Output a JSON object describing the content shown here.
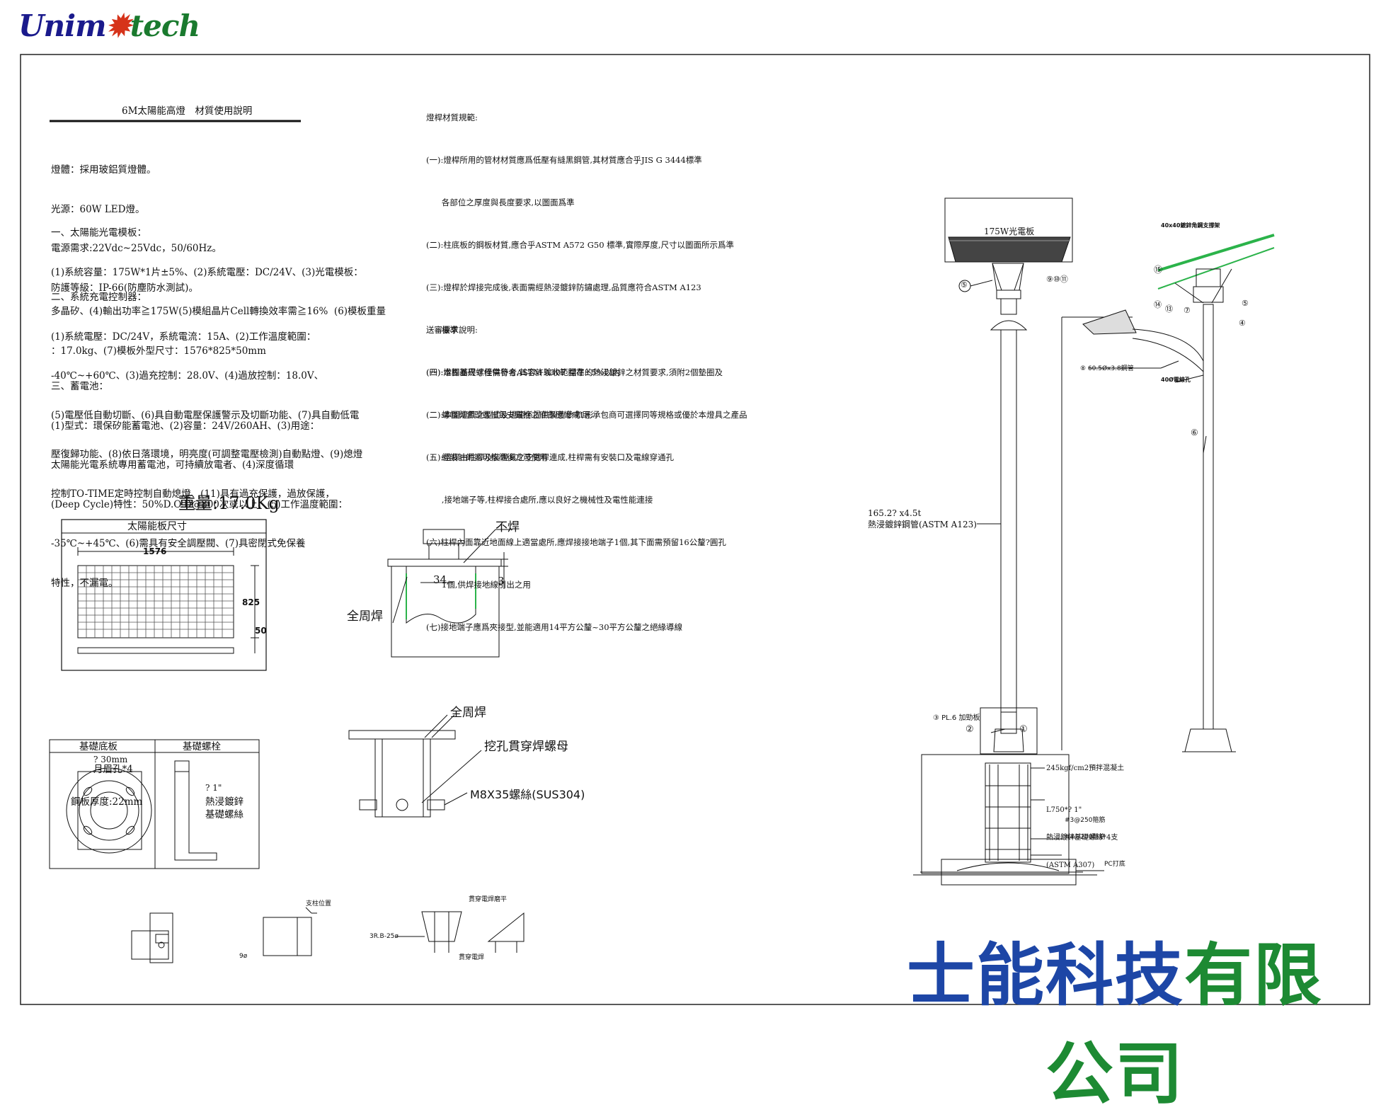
{
  "logo": {
    "word_a": "Unim",
    "word_sun": "✹",
    "word_b": "tech"
  },
  "materials": {
    "title": "6M太陽能高燈　材質使用說明",
    "lamp_lines": [
      "燈體：採用玻鋁質燈體。",
      "光源：60W LED燈。",
      "電源需求:22Vdc~25Vdc，50/60Hz。",
      "防護等級：IP-66(防塵防水測試)。"
    ],
    "panel_lines": [
      "一、太陽能光電模板：",
      "(1)系統容量：175W*1片±5%、(2)系統電壓：DC/24V、(3)光電模板：",
      "多晶矽、(4)輸出功率≧175W(5)模組晶片Cell轉換效率需≧16%  (6)模板重量",
      "：17.0kg、(7)模板外型尺寸：1576*825*50mm"
    ],
    "controller_lines": [
      "二、系統充電控制器：",
      "(1)系統電壓：DC/24V，系統電流：15A、(2)工作溫度範圍：",
      "-40℃~+60℃、(3)過充控制：28.0V、(4)過放控制：18.0V、",
      "(5)電壓低自動切斷、(6)具自動電壓保護警示及切斷功能、(7)具自動低電",
      "壓復歸功能、(8)依日落環境，明亮度(可調整電壓檢測)自動點燈、(9)熄燈",
      "控制TO-TIME定時控制自動熄燈、(11)具有過充保護，過放保護，"
    ],
    "battery_lines": [
      "三、蓄電池：",
      "(1)型式：環保矽能蓄電池、(2)容量：24V/260AH、(3)用途：",
      "太陽能光電系統專用蓄電池，可持續放電者、(4)深度循環",
      "(Deep Cycle)特性：50%D.O.D@800次或以上、(5)工作溫度範圍：",
      "-35℃~+45℃、(6)需具有安全調壓閥、(7)具密閉式免保養",
      "特性，不漏電。"
    ]
  },
  "pole_spec": {
    "lines": [
      "燈桿材質規範:",
      "(一):燈桿所用的管材材質應爲低壓有縫黑鋼管,其材質應合乎JIS G 3444標準",
      "      各部位之厚度與長度要求,以圖面爲準",
      "(二):柱底板的鋼板材質,應合乎ASTM A572 G50 標準,實際厚度,尺寸以圖面所示爲準",
      "(三):燈桿於焊接完成後,表面需經熱浸鍍鋅防鏽處理,品質應符合ASTM A123",
      "      標準",
      "(四):燈桿基礎螺栓需符合ASTM A307 標準的熱浸鍍鋅之材質要求,須附2個墊圈及",
      "      螺帽與套頭螺帽每支錨栓之底部應彎成L形",
      "(五):燈桿由柱桿及裝燈具之支臂桿連成,柱桿需有安裝口及電線穿通孔",
      "      ,接地端子等,柱桿接合處所,應以良好之機械性及電性能連接",
      "(六)柱桿內面靠近地面線上適當處所,應焊接接地端子1個,其下面需預留16公釐?圓孔",
      "      1個,供焊接地線引出之用",
      "(七)接地端子應爲夾接型,並能適用14平方公釐~30平方公釐之絕緣導線"
    ]
  },
  "submit": {
    "lines": [
      "送審要求說明:",
      "(一):本圖面尺寸僅供參考,其容許驗收範圍在±5%以內",
      "(二):本圖燈具之型式及規範係提供製造參考用,承包商可選擇同等規格或優於本燈具之產品",
      "      經設計師認可核準後方可使用"
    ]
  },
  "weight": "重量:17.0Kg",
  "panel_box": {
    "title": "太陽能板尺寸",
    "w": "1576",
    "h": "825",
    "t": "50"
  },
  "weld": {
    "no_weld": "不焊",
    "full_weld": "全周焊",
    "dim_34": "34",
    "dim_3": "3"
  },
  "bracket": {
    "full_weld": "全周焊",
    "nut": "挖孔貫穿焊螺母",
    "bolt": "M8X35螺絲(SUS304)"
  },
  "base_table": {
    "col1": "基礎底板",
    "col2": "基礎螺栓",
    "hole_dia": "? 30mm",
    "slot": "月眉孔*4",
    "thickness": "鋼板厚度:22mm",
    "bolt_dia": "? 1\"",
    "bolt_l1": "熱浸鍍鋅",
    "bolt_l2": "基礎螺絲"
  },
  "small_details": {
    "a": "支柱位置",
    "b": "9ø",
    "c": "3R.B-25ø",
    "d": "貫穿電焊磨平",
    "e": "貫穿電焊"
  },
  "pole": {
    "panel_label": "175W光電板",
    "tube1": "165.2? x4.5t",
    "tube2": "熱浸鍍鋅鋼管(ASTM A123)",
    "p3": "③ PL.6 加勁板",
    "concrete": "245kgf/cm2預拌混凝土",
    "bolt1": "L750*? 1\"",
    "bolt2": "熱浸鍍鋅基礎螺絲*4支",
    "bolt3": "(ASTM A307)",
    "rebar1": "#3@250箍筋",
    "rebar2": "#4@200箍筋",
    "pc": "PC打底",
    "tags": [
      "⑤",
      "⑨⑩⑪",
      "①",
      "②"
    ]
  },
  "side_view": {
    "angle": "40x40鍍鋅角鋼支撐架",
    "arm": "⑧ 60.5Øx3.8鋼管",
    "hole": "40Ø電線孔",
    "tags": [
      "⑮",
      "⑭",
      "⑬",
      "⑦",
      "⑤",
      "④",
      "⑥"
    ]
  },
  "company": {
    "part_a": "士能科技",
    "part_b": "有限公司"
  }
}
